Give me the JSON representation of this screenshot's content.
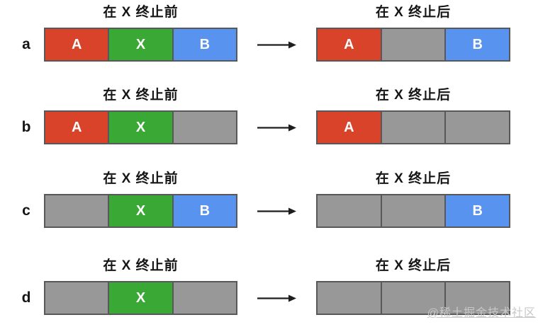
{
  "diagram": {
    "titles": {
      "before": "在 X 终止前",
      "after": "在 X 终止后"
    },
    "colors": {
      "red": "#d8432a",
      "green": "#3aa835",
      "blue": "#5893ef",
      "gray": "#989898",
      "border": "#58585a",
      "arrow": "#1d1d1f",
      "title_text": "#151515",
      "segment_text": "#ffffff",
      "watermark_text": "#c8c8c8"
    },
    "rows": [
      {
        "label": "a",
        "before": [
          {
            "text": "A",
            "color": "red"
          },
          {
            "text": "X",
            "color": "green"
          },
          {
            "text": "B",
            "color": "blue"
          }
        ],
        "after": [
          {
            "text": "A",
            "color": "red"
          },
          {
            "text": "",
            "color": "gray"
          },
          {
            "text": "B",
            "color": "blue"
          }
        ]
      },
      {
        "label": "b",
        "before": [
          {
            "text": "A",
            "color": "red"
          },
          {
            "text": "X",
            "color": "green"
          },
          {
            "text": "",
            "color": "gray"
          }
        ],
        "after": [
          {
            "text": "A",
            "color": "red"
          },
          {
            "text": "",
            "color": "gray"
          },
          {
            "text": "",
            "color": "gray"
          }
        ]
      },
      {
        "label": "c",
        "before": [
          {
            "text": "",
            "color": "gray"
          },
          {
            "text": "X",
            "color": "green"
          },
          {
            "text": "B",
            "color": "blue"
          }
        ],
        "after": [
          {
            "text": "",
            "color": "gray"
          },
          {
            "text": "",
            "color": "gray"
          },
          {
            "text": "B",
            "color": "blue"
          }
        ]
      },
      {
        "label": "d",
        "before": [
          {
            "text": "",
            "color": "gray"
          },
          {
            "text": "X",
            "color": "green"
          },
          {
            "text": "",
            "color": "gray"
          }
        ],
        "after": [
          {
            "text": "",
            "color": "gray"
          },
          {
            "text": "",
            "color": "gray"
          },
          {
            "text": "",
            "color": "gray"
          }
        ]
      }
    ]
  },
  "watermark": {
    "text": "@稀土掘金技术社区"
  }
}
